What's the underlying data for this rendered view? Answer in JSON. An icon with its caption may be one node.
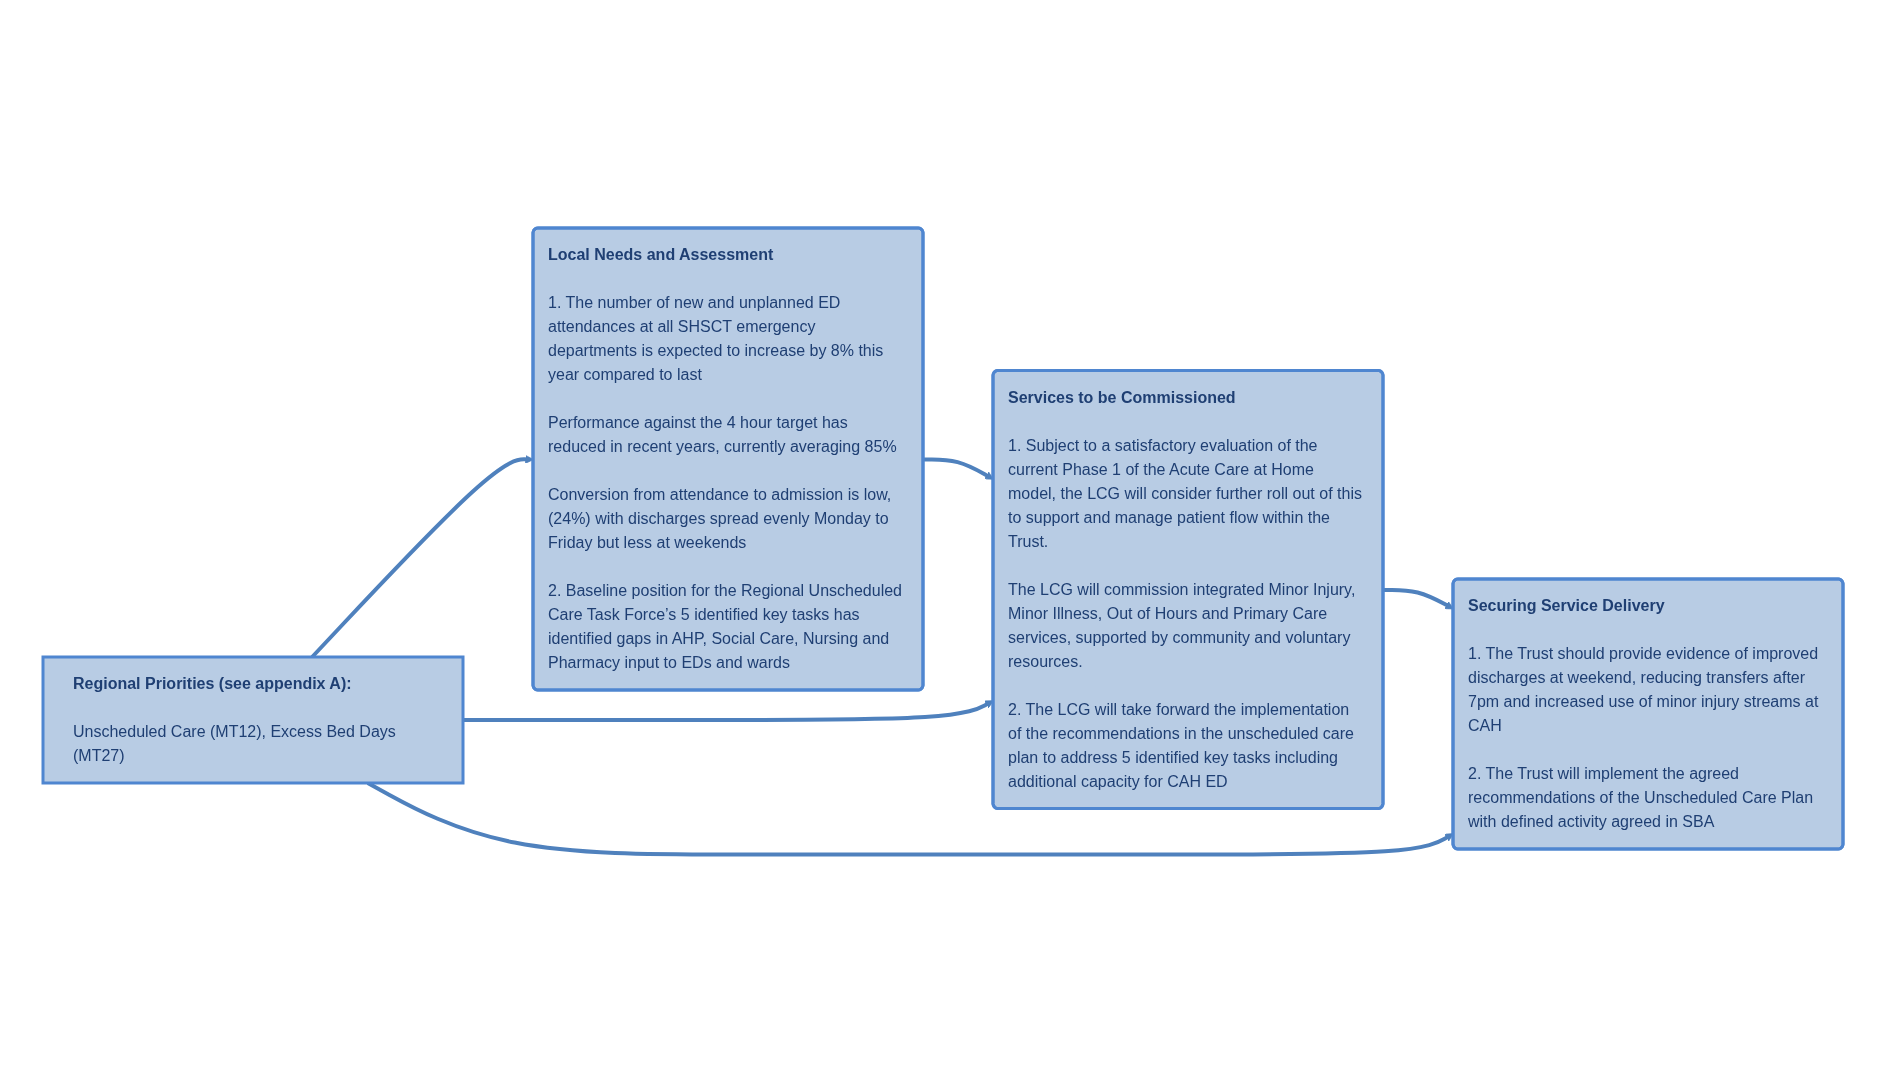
{
  "diagram": {
    "nodes": [
      {
        "text": [
          "Local Needs and Assessment",
          "1. The number of new and unplanned ED attendances at all SHSCT emergency departments is expected to increase by 8% this year compared to last",
          "Performance against the 4 hour target has reduced in recent years, currently averaging 85%",
          "Conversion from attendance to admission is low, (24%) with discharges spread evenly Monday to Friday but less at weekends",
          "2. Baseline position for the Regional Unscheduled Care Task Force’s 5 identified key tasks has identified gaps in AHP, Social Care, Nursing and Pharmacy input to EDs and wards"
        ]
      },
      {
        "text": [
          "Services to be Commissioned",
          "1. Subject to a satisfactory evaluation of the current Phase 1 of the Acute Care at Home model, the LCG will consider further roll out of this to support and manage patient flow within the Trust.",
          "The LCG will commission integrated Minor Injury, Minor Illness, Out of Hours and Primary Care services, supported by community and voluntary resources.",
          "2. The LCG will take forward the implementation of the recommendations in the unscheduled care plan to address 5 identified key tasks including additional capacity for CAH ED"
        ]
      },
      {
        "text": [
          "Securing Service Delivery",
          "1. The Trust should provide evidence of improved discharges at weekend, reducing transfers after 7pm and increased use of minor injury streams at CAH",
          "2. The Trust will implement the agreed recommendations of the Unscheduled Care Plan with defined activity agreed in SBA"
        ]
      },
      {
        "text": [
          "Regional Priorities (see appendix A):",
          "Unscheduled Care (MT12), Excess Bed Days (MT27)"
        ]
      }
    ],
    "edges": [
      {
        "from": 0,
        "to": 1,
        "arrow": "to"
      },
      {
        "from": 1,
        "to": 2,
        "arrow": "to"
      },
      {
        "from": 3,
        "to": 0,
        "arrow": "to"
      },
      {
        "from": 3,
        "to": 1,
        "arrow": "to"
      },
      {
        "from": 3,
        "to": 2,
        "arrow": "to"
      }
    ]
  }
}
